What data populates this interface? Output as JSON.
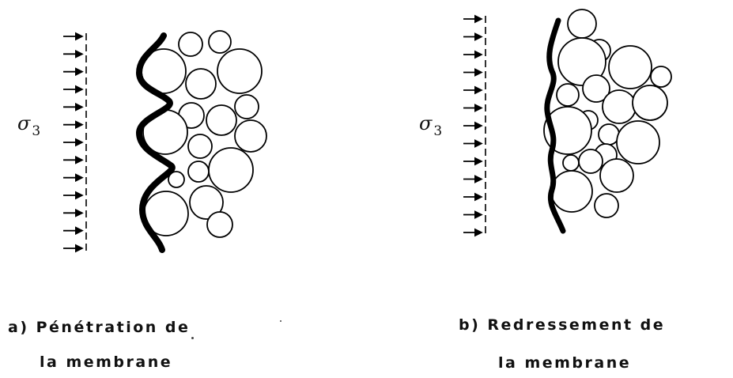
{
  "stress_symbol": "σ",
  "stress_subscript": "3",
  "panels": [
    {
      "label_line1": "a) Pénétration  de",
      "label_line2": "la  membrane"
    },
    {
      "label_line1": "b) Redressement  de",
      "label_line2": "la membrane"
    }
  ],
  "colors": {
    "ink": "#000000",
    "background": "#ffffff",
    "grain_fill": "#ffffff"
  }
}
